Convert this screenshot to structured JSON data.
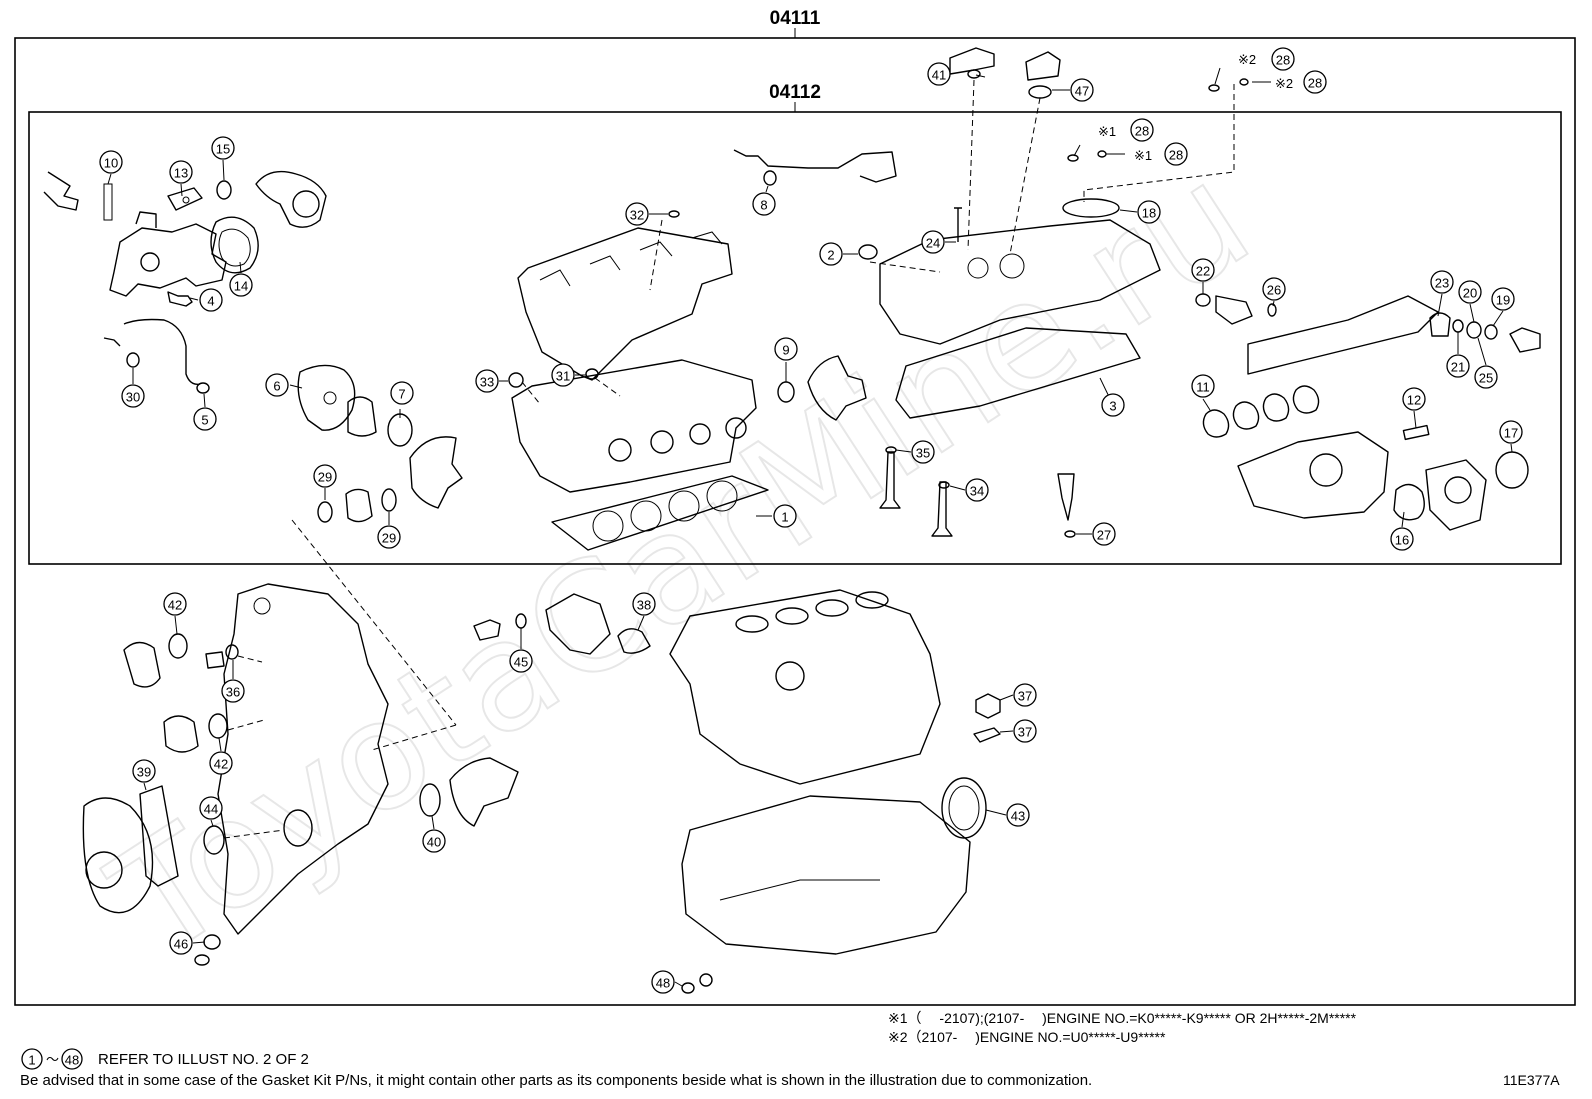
{
  "groups": [
    {
      "id": "outer",
      "label": "04111"
    },
    {
      "id": "inner",
      "label": "04112"
    }
  ],
  "watermark": "ToyotaCarMine.ru",
  "callouts": [
    {
      "num": "1"
    },
    {
      "num": "2"
    },
    {
      "num": "3"
    },
    {
      "num": "4"
    },
    {
      "num": "5"
    },
    {
      "num": "6"
    },
    {
      "num": "7"
    },
    {
      "num": "8"
    },
    {
      "num": "9"
    },
    {
      "num": "10"
    },
    {
      "num": "11"
    },
    {
      "num": "12"
    },
    {
      "num": "13"
    },
    {
      "num": "14"
    },
    {
      "num": "15"
    },
    {
      "num": "16"
    },
    {
      "num": "17"
    },
    {
      "num": "18"
    },
    {
      "num": "19"
    },
    {
      "num": "20"
    },
    {
      "num": "21"
    },
    {
      "num": "22"
    },
    {
      "num": "23"
    },
    {
      "num": "24"
    },
    {
      "num": "25"
    },
    {
      "num": "26"
    },
    {
      "num": "27"
    },
    {
      "num": "28"
    },
    {
      "num": "28"
    },
    {
      "num": "28"
    },
    {
      "num": "28"
    },
    {
      "num": "29"
    },
    {
      "num": "29"
    },
    {
      "num": "30"
    },
    {
      "num": "31"
    },
    {
      "num": "32"
    },
    {
      "num": "33"
    },
    {
      "num": "34"
    },
    {
      "num": "35"
    },
    {
      "num": "36"
    },
    {
      "num": "37"
    },
    {
      "num": "37"
    },
    {
      "num": "38"
    },
    {
      "num": "39"
    },
    {
      "num": "40"
    },
    {
      "num": "41"
    },
    {
      "num": "42"
    },
    {
      "num": "42"
    },
    {
      "num": "43"
    },
    {
      "num": "44"
    },
    {
      "num": "45"
    },
    {
      "num": "46"
    },
    {
      "num": "47"
    },
    {
      "num": "48"
    }
  ],
  "markers": [
    {
      "text": "※2"
    },
    {
      "text": "※2"
    },
    {
      "text": "※1"
    },
    {
      "text": "※1"
    }
  ],
  "notes": {
    "note1": "※1（　 -2107);(2107-　 )ENGINE NO.=K0*****-K9***** OR 2H*****-2M*****",
    "note2": "※2（2107-　 )ENGINE NO.=U0*****-U9*****"
  },
  "footer": {
    "refer_from": "1",
    "refer_to": "48",
    "refer_text": "REFER TO ILLUST NO. 2 OF 2",
    "advice": "Be advised that in some case of the Gasket Kit P/Ns,  it might contain other parts as its components beside what is shown in the illustration due to commonization."
  },
  "illustration_code": "11E377A"
}
